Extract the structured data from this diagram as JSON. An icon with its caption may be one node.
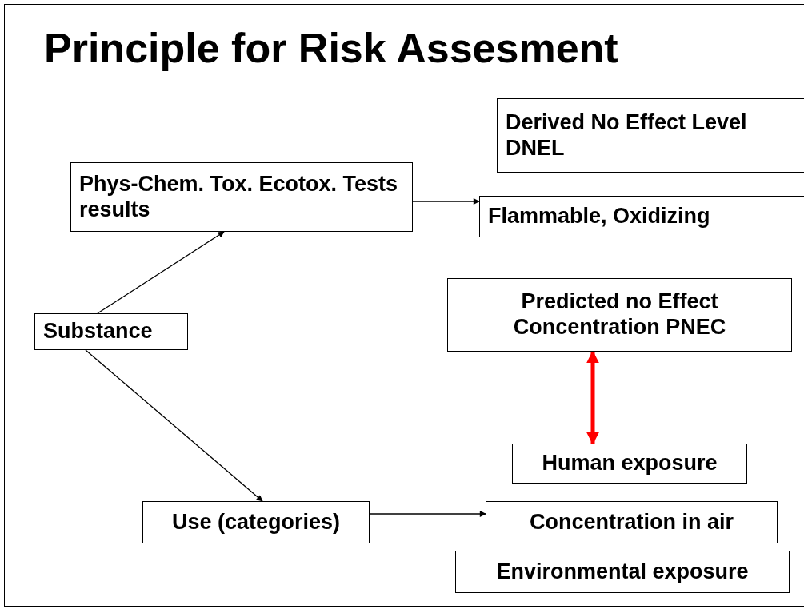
{
  "diagram": {
    "title": "Principle for Risk Assesment",
    "nodes": [
      {
        "text": [
          "Substance"
        ]
      },
      {
        "text": [
          "Phys-Chem. Tox. Ecotox. Tests results"
        ]
      },
      {
        "text": [
          "Derived No Effect Level DNEL"
        ]
      },
      {
        "text": [
          "Flammable, Oxidizing"
        ]
      },
      {
        "text": [
          "Predicted no Effect Concentration PNEC"
        ]
      },
      {
        "text": [
          "Human exposure"
        ]
      },
      {
        "text": [
          "Use (categories)"
        ]
      },
      {
        "text": [
          "Concentration in air"
        ]
      },
      {
        "text": [
          "Environmental exposure"
        ]
      }
    ],
    "edges": [
      {
        "from": 0,
        "to": 1,
        "arrow": "to"
      },
      {
        "from": 0,
        "to": 6,
        "arrow": "to"
      },
      {
        "from": 1,
        "to": 3,
        "arrow": "to"
      },
      {
        "from": 6,
        "to": 7,
        "arrow": "to"
      },
      {
        "from": 4,
        "to": 5,
        "arrow": "both",
        "style": "thick",
        "color": "#ff0000"
      }
    ]
  }
}
